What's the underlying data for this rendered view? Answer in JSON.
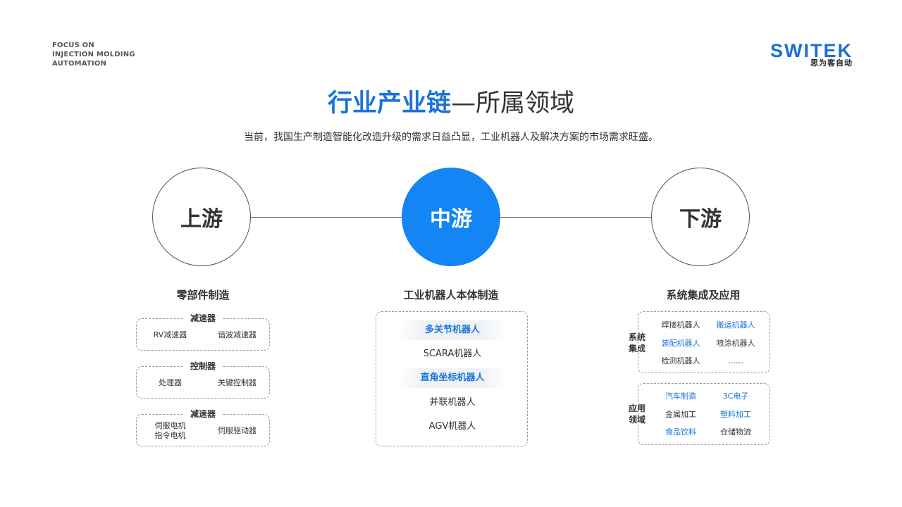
{
  "header": {
    "tagline": [
      "FOCUS ON",
      "INJECTION MOLDING",
      "AUTOMATION"
    ],
    "logo_main": "SWITEK",
    "logo_sub": "思为客自动"
  },
  "title": {
    "highlight": "行业产业链",
    "rest": "—所属领域"
  },
  "subtitle": "当前，我国生产制造智能化改造升级的需求日益凸显，工业机器人及解决方案的市场需求旺盛。",
  "nodes": {
    "upstream": "上游",
    "midstream": "中游",
    "downstream": "下游"
  },
  "upstream": {
    "heading": "零部件制造",
    "groups": [
      {
        "label": "减速器",
        "items": [
          "RV减速器",
          "谐波减速器"
        ]
      },
      {
        "label": "控制器",
        "items": [
          "处理器",
          "关键控制器"
        ]
      },
      {
        "label": "减速器",
        "items": [
          "伺服电机\n指令电机",
          "伺服驱动器"
        ]
      }
    ]
  },
  "midstream": {
    "heading": "工业机器人本体制造",
    "items": [
      {
        "text": "多关节机器人",
        "highlight": true
      },
      {
        "text": "SCARA机器人",
        "highlight": false
      },
      {
        "text": "直角坐标机器人",
        "highlight": true
      },
      {
        "text": "并联机器人",
        "highlight": false
      },
      {
        "text": "AGV机器人",
        "highlight": false
      }
    ]
  },
  "downstream": {
    "heading": "系统集成及应用",
    "integration": {
      "label": "系统\n集成",
      "items": [
        {
          "text": "焊接机器人",
          "highlight": false
        },
        {
          "text": "搬运机器人",
          "highlight": true
        },
        {
          "text": "装配机器人",
          "highlight": true
        },
        {
          "text": "喷涂机器人",
          "highlight": false
        },
        {
          "text": "检测机器人",
          "highlight": false
        },
        {
          "text": "……",
          "highlight": false
        }
      ]
    },
    "application": {
      "label": "应用\n领域",
      "items": [
        {
          "text": "汽车制造",
          "highlight": true
        },
        {
          "text": "3C电子",
          "highlight": true
        },
        {
          "text": "金属加工",
          "highlight": false
        },
        {
          "text": "塑料加工",
          "highlight": true
        },
        {
          "text": "食品饮料",
          "highlight": true
        },
        {
          "text": "仓储物流",
          "highlight": false
        }
      ]
    }
  },
  "colors": {
    "accent": "#1b73d8",
    "node_fill": "#1385f5"
  }
}
